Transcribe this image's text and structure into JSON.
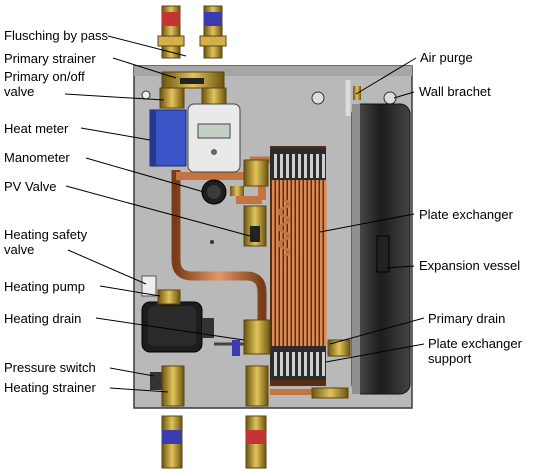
{
  "labels": {
    "flushing_bypass": "Flusching by pass",
    "primary_strainer": "Primary strainer",
    "primary_on_off_valve": "Primary on/off valve",
    "heat_meter": "Heat meter",
    "manometer": "Manometer",
    "pv_valve": "PV Valve",
    "heating_safety_valve": "Heating safety valve",
    "heating_pump": "Heating pump",
    "heating_drain": "Heating drain",
    "pressure_switch": "Pressure switch",
    "heating_strainer": "Heating strainer",
    "air_purge": "Air purge",
    "wall_bracket": "Wall brachet",
    "plate_exchanger": "Plate exchanger",
    "expansion_vessel": "Expansion vessel",
    "primary_drain": "Primary drain",
    "plate_exchanger_support": "Plate exchanger support"
  },
  "colors": {
    "panel": "#b7b7b7",
    "panel_edge": "#4a4a4a",
    "copper": "#cd7f4a",
    "copper_dark": "#8a4a22",
    "brass": "#b8962a",
    "pump_blue": "#3a55c8",
    "red_handle": "#c43434",
    "blue_handle": "#3b3bb0",
    "vessel": "#2e2e2e",
    "leader": "#000000"
  }
}
